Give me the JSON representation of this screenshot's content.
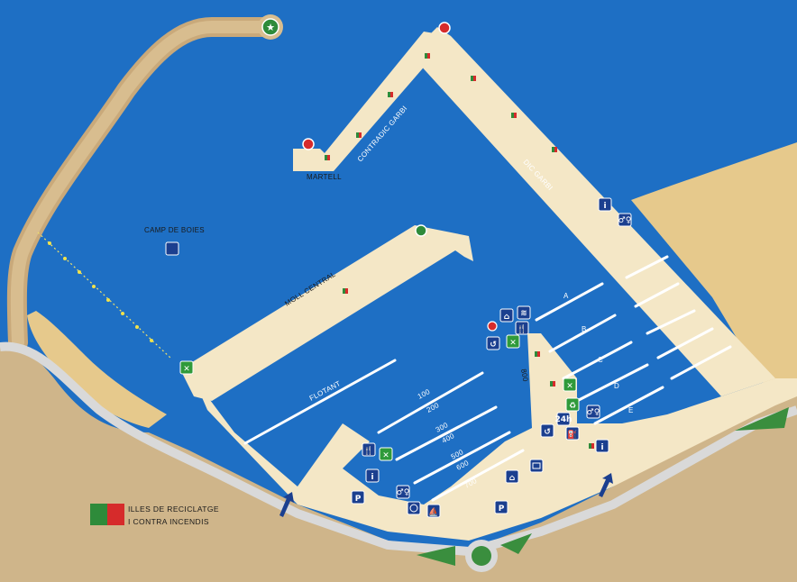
{
  "colors": {
    "sea": "#1e6fc4",
    "land": "#cfb58a",
    "beach": "#e6c98c",
    "quay": "#f4e7c6",
    "pier_line": "#ffffff",
    "icon_blue": "#1b3f8f",
    "icon_green": "#2f9a3a",
    "marker_green": "#2e8b3a",
    "marker_red": "#d62b2b"
  },
  "labels": {
    "martell": "MARTELL",
    "contradic": "CONTRADIC GARBI",
    "dic": "DIC GARBI",
    "camp": "CAMP DE BOIES",
    "moll": "MOLL CENTRAL",
    "flotant": "FLOTANT"
  },
  "piers": {
    "a": "A",
    "b": "B",
    "c": "C",
    "d": "D",
    "e": "E",
    "p100": "100",
    "p200": "200",
    "p300": "300",
    "p400": "400",
    "p500": "500",
    "p600": "600",
    "p700": "700",
    "p800": "800"
  },
  "legend": {
    "line1": "ILLES DE RECICLATGE",
    "line2": "I CONTRA INCENDIS"
  },
  "icons": {
    "info": "i",
    "parking": "P",
    "wc": "WC",
    "restaurant": "restaurant-icon",
    "fire": "fire-extinguisher-icon",
    "recycle": "recycle-icon",
    "crane": "crane-icon",
    "fuel": "fuel-icon",
    "laundry": "laundry-icon",
    "shop": "shop-icon",
    "wifi": "wifi-icon",
    "ship": "ship-icon",
    "security": "24h",
    "atm": "atm-icon"
  }
}
